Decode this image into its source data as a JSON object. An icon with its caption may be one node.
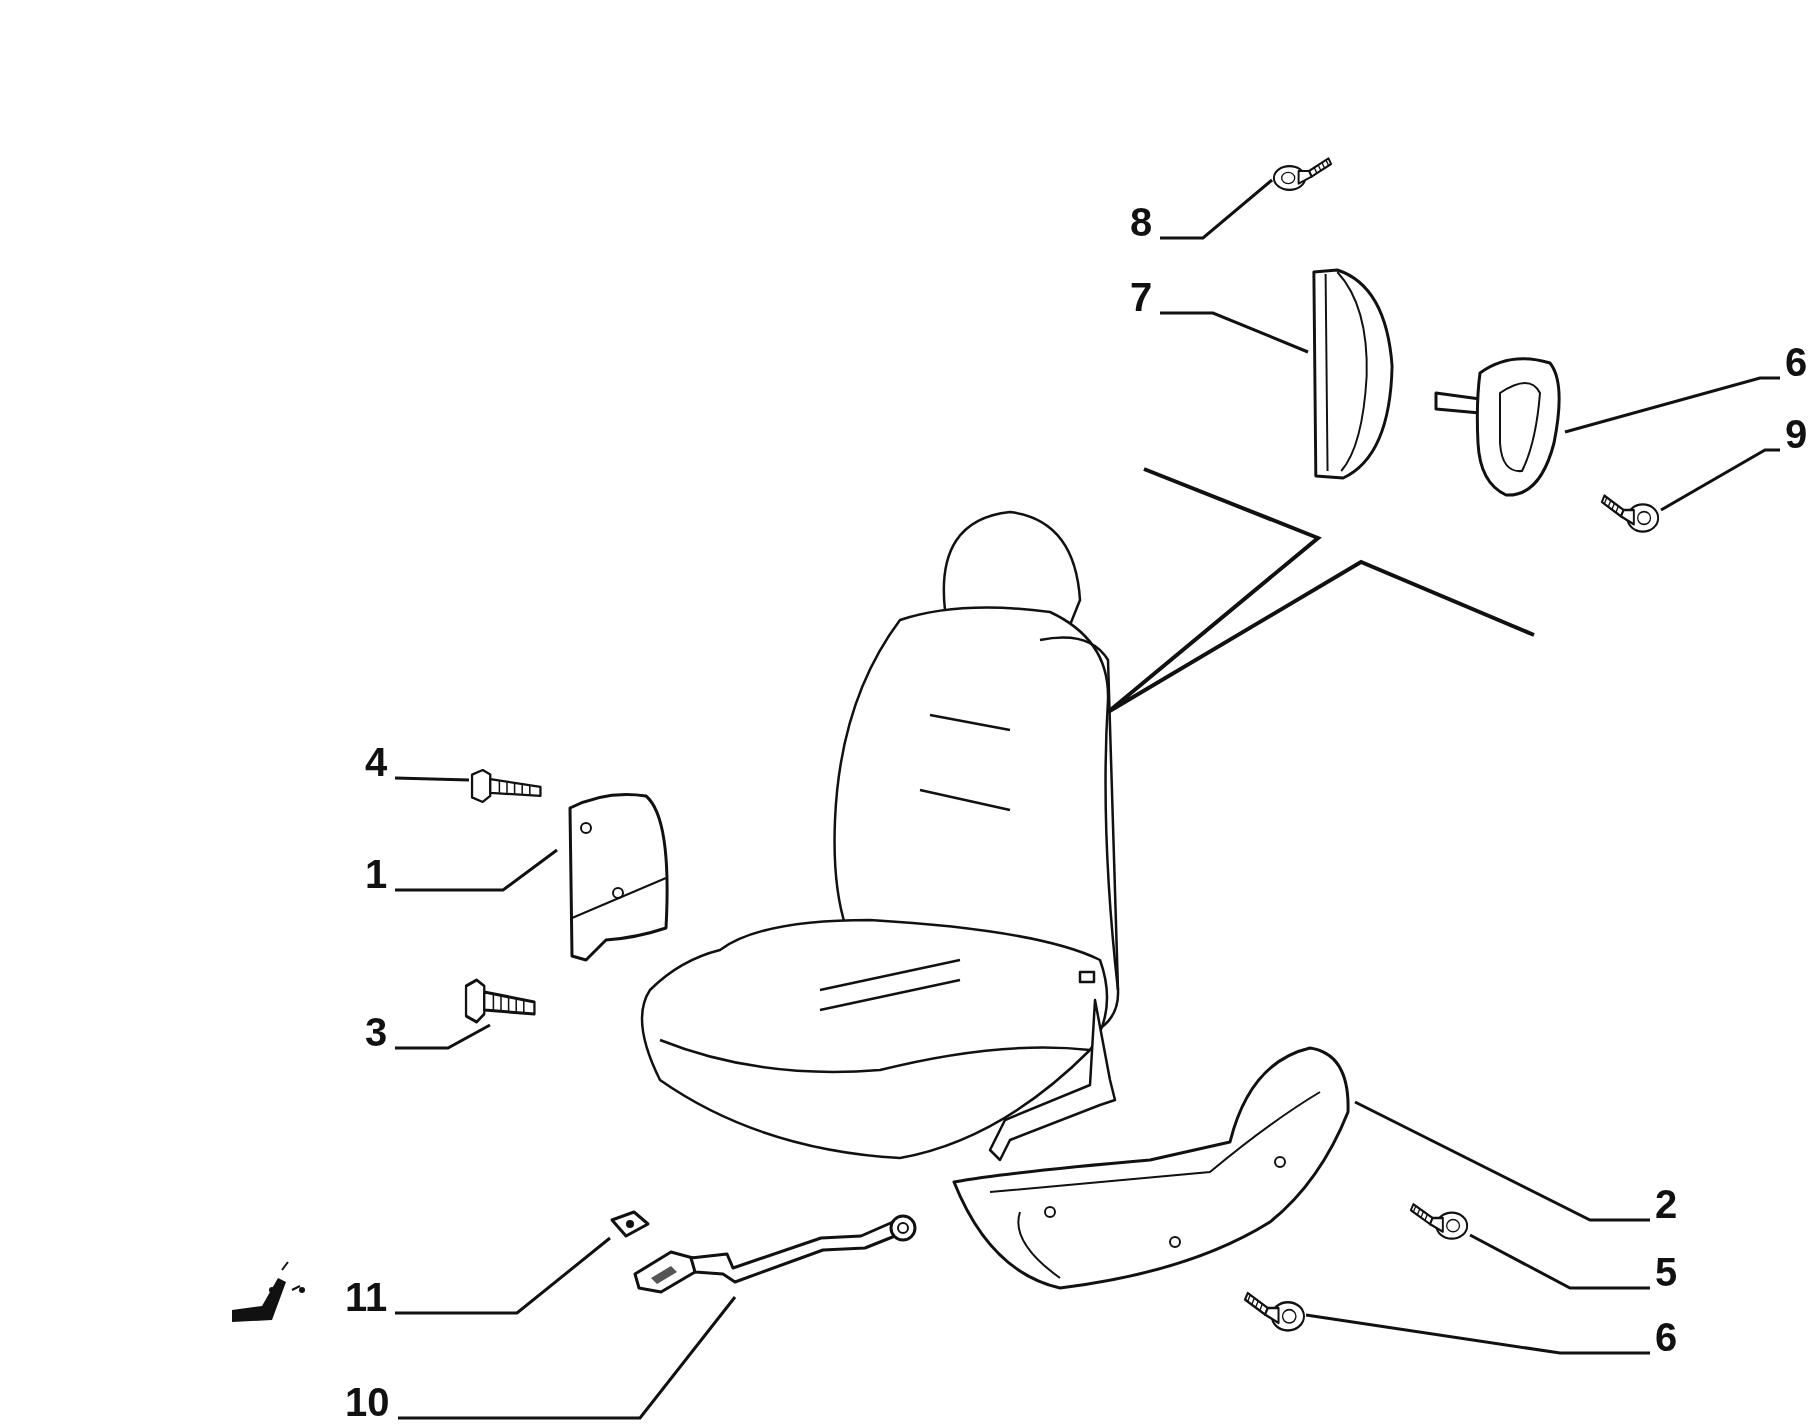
{
  "diagram": {
    "nodes": [
      {
        "text": [
          "8"
        ]
      },
      {
        "text": [
          "7"
        ]
      },
      {
        "text": [
          "6"
        ]
      },
      {
        "text": [
          "9"
        ]
      },
      {
        "text": [
          "4"
        ]
      },
      {
        "text": [
          "1"
        ]
      },
      {
        "text": [
          "3"
        ]
      },
      {
        "text": [
          "2"
        ]
      },
      {
        "text": [
          "5"
        ]
      },
      {
        "text": [
          "6"
        ]
      },
      {
        "text": [
          "11"
        ]
      },
      {
        "text": [
          "10"
        ]
      },
      {
        "text": [],
        "shape": "picture"
      },
      {
        "text": [],
        "shape": "picture"
      },
      {
        "text": [],
        "shape": "picture"
      },
      {
        "text": [],
        "shape": "picture"
      },
      {
        "text": [],
        "shape": "picture"
      },
      {
        "text": [],
        "shape": "picture"
      },
      {
        "text": [],
        "shape": "picture"
      },
      {
        "text": [],
        "shape": "picture"
      },
      {
        "text": [],
        "shape": "picture"
      },
      {
        "text": [],
        "shape": "picture"
      },
      {
        "text": [],
        "shape": "picture"
      },
      {
        "text": [],
        "shape": "picture"
      }
    ],
    "edges": [
      {
        "from": 0,
        "to": 12,
        "arrow": "none"
      },
      {
        "from": 1,
        "to": 13,
        "arrow": "none"
      },
      {
        "from": 2,
        "to": 14,
        "arrow": "none"
      },
      {
        "from": 3,
        "to": 15,
        "arrow": "none"
      },
      {
        "from": 4,
        "to": 16,
        "arrow": "none"
      },
      {
        "from": 5,
        "to": 17,
        "arrow": "none"
      },
      {
        "from": 6,
        "to": 18,
        "arrow": "none"
      },
      {
        "from": 7,
        "to": 19,
        "arrow": "none"
      },
      {
        "from": 8,
        "to": 20,
        "arrow": "none"
      },
      {
        "from": 9,
        "to": 21,
        "arrow": "none"
      },
      {
        "from": 10,
        "to": 22,
        "arrow": "none"
      },
      {
        "from": 11,
        "to": 23,
        "arrow": "none"
      }
    ]
  }
}
